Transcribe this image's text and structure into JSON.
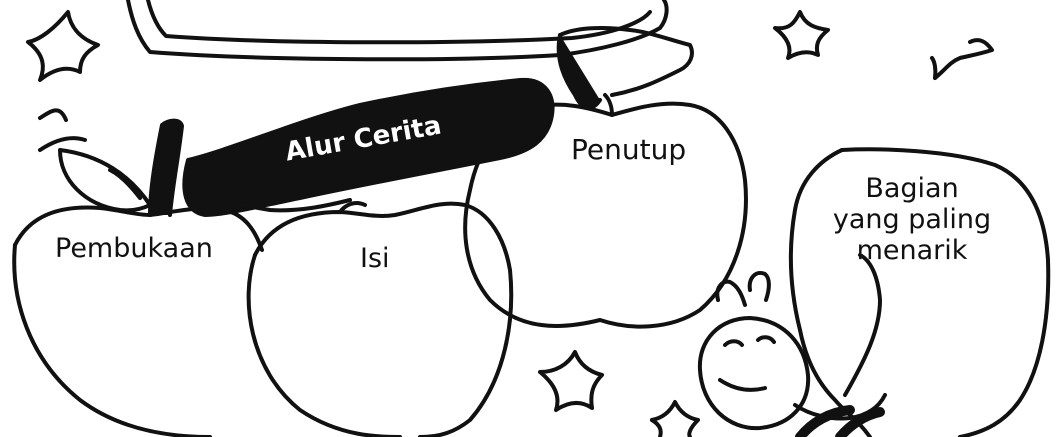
{
  "banner": {
    "title": "Alur Cerita"
  },
  "apples": [
    {
      "label": "Pembukaan"
    },
    {
      "label": "Isi"
    },
    {
      "label": "Penutup"
    }
  ],
  "bubble": {
    "lines": [
      "Bagian",
      "yang paling",
      "menarik"
    ]
  },
  "colors": {
    "ink": "#111111",
    "paper": "#ffffff",
    "banner_fill": "#111111",
    "banner_text": "#ffffff"
  }
}
